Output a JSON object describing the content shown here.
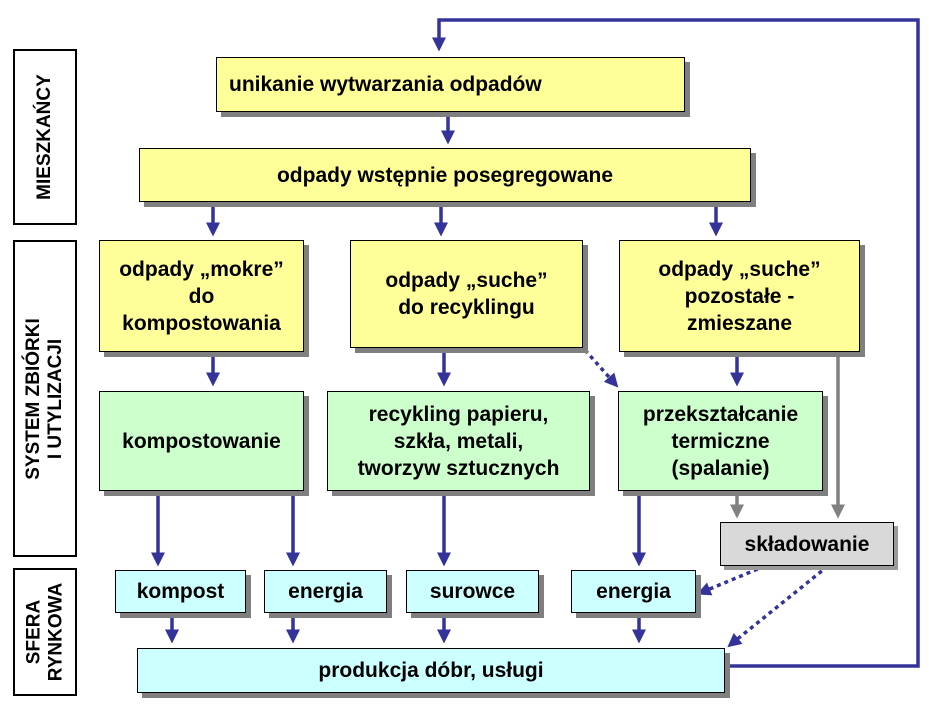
{
  "side_labels": {
    "residents": "MIESZKAŃCY",
    "system": [
      "SYSTEM ZBIÓRKI",
      "I UTYLIZACJI"
    ],
    "market": [
      "SFERA",
      "RYNKOWA"
    ]
  },
  "boxes": {
    "avoid": "unikanie wytwarzania odpadów",
    "presorted": "odpady wstępnie posegregowane",
    "wet": [
      "odpady „mokre”",
      "do",
      "kompostowania"
    ],
    "dry_recycling": [
      "odpady „suche”",
      "do recyklingu"
    ],
    "dry_mixed": [
      "odpady „suche”",
      "pozostałe -",
      "zmieszane"
    ],
    "composting": "kompostowanie",
    "recycling": [
      "recykling papieru,",
      "szkła, metali,",
      "tworzyw sztucznych"
    ],
    "thermal": [
      "przekształcanie",
      "termiczne",
      "(spalanie)"
    ],
    "landfill": "składowanie",
    "compost": "kompost",
    "energy1": "energia",
    "raw": "surowce",
    "energy2": "energia",
    "production": "produkcja dóbr, usługi"
  },
  "colors": {
    "yellow": "#ffff99",
    "green": "#ccffcc",
    "cyan": "#ccffff",
    "grey": "#d9d9d9",
    "arrow": "#333399",
    "arrow_grey": "#808080"
  }
}
